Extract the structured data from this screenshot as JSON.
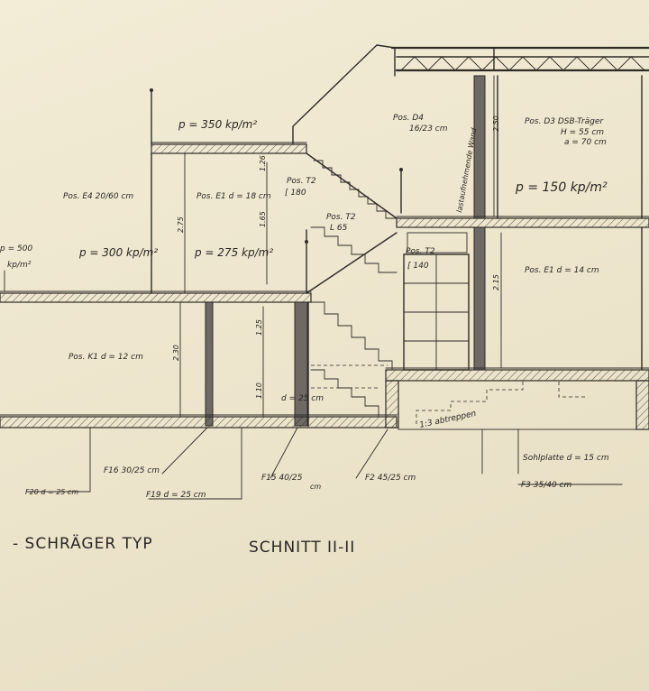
{
  "titles": {
    "type": "- SCHRÄGER TYP",
    "section": "SCHNITT II-II"
  },
  "loads": {
    "roof": "p = 350 kp/m²",
    "upper_right": "p = 150 kp/m²",
    "mid_left": "p = 300 kp/m²",
    "mid_center": "p = 275 kp/m²",
    "far_left_value": "p = 500",
    "far_left_unit": "kp/m²"
  },
  "positions": {
    "pos_e4": "Pos. E4   20/60 cm",
    "pos_e1_upper": "Pos. E1 d = 18 cm",
    "pos_t2_a": "Pos. T2",
    "pos_t2_a_sub": "[ 180",
    "pos_t2_b": "Pos. T2",
    "pos_t2_b_sub": "L 65",
    "pos_t2_c": "Pos. T2",
    "pos_t2_c_sub": "[ 140",
    "pos_d4": "Pos. D4",
    "pos_d4_sub": "16/23 cm",
    "pos_d3": "Pos. D3 DSB-Träger",
    "pos_d3_h": "H = 55 cm",
    "pos_d3_a": "a = 70 cm",
    "pos_e1_right": "Pos. E1 d = 14 cm",
    "pos_k1": "Pos. K1 d = 12 cm",
    "wall_note": "lastaufnehmende Wand",
    "stair_d": "d = 25 cm",
    "abtreppen": "1:3 abtreppen",
    "sohlplatte": "Sohlplatte d = 15 cm"
  },
  "foundations": {
    "f20": "F20 d = 25 cm",
    "f16": "F16  30/25 cm",
    "f19": "F19   d = 25 cm",
    "f15": "F15  40/25",
    "f15_unit": "cm",
    "f2": "F2   45/25 cm",
    "f3": "F3    35/40 cm"
  },
  "dimensions": {
    "d_275": "2.75",
    "d_126": "1.26",
    "d_165": "1.65",
    "d_230": "2.30",
    "d_125": "1.25",
    "d_110": "1.10",
    "d_250": "2.50",
    "d_215": "2.15"
  }
}
